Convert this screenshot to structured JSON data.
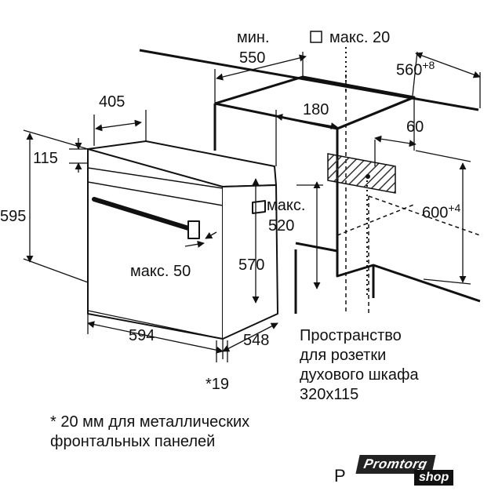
{
  "labels": {
    "min_label": "мин.",
    "min_value": "550",
    "max20": "макс. 20",
    "w560": "560",
    "w560_tol": "+8",
    "d405": "405",
    "d180": "180",
    "d60": "60",
    "d115": "115",
    "d595": "595",
    "max_label": "макс.",
    "max520": "520",
    "h600": "600",
    "h600_tol": "+4",
    "d570": "570",
    "max50": "макс. 50",
    "d594": "594",
    "d548": "548",
    "d19": "*19"
  },
  "socket_note": [
    "Пространство",
    "для розетки",
    "духового шкафа",
    "320x115"
  ],
  "footnote": [
    "* 20 мм для металлических",
    "фронтальных панелей"
  ],
  "logo": {
    "prefix": "P",
    "top": "Promtorg",
    "bottom": "shop"
  },
  "colors": {
    "line": "#111111",
    "hatch": "#333333"
  }
}
